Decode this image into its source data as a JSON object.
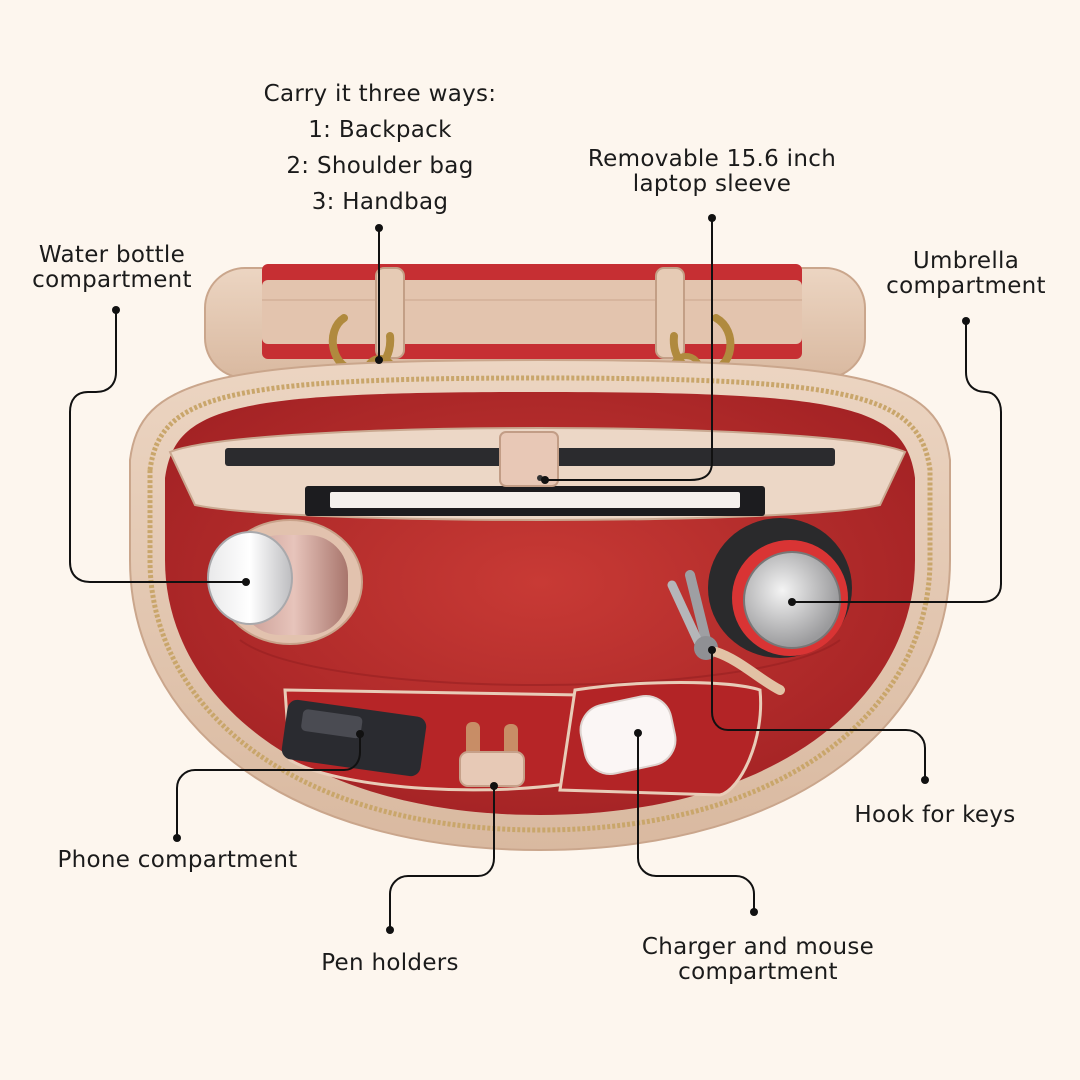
{
  "labels": {
    "carry": {
      "heading": "Carry it three ways:",
      "ways": [
        "1: Backpack",
        "2: Shoulder bag",
        "3: Handbag"
      ]
    },
    "laptop": [
      "Removable 15.6 inch",
      "laptop sleeve"
    ],
    "water": [
      "Water bottle",
      "compartment"
    ],
    "umbrella": [
      "Umbrella",
      "compartment"
    ],
    "keys": "Hook for keys",
    "phone": "Phone compartment",
    "pen": "Pen holders",
    "charger": [
      "Charger and mouse",
      "compartment"
    ]
  },
  "colors": {
    "background": "#fdf6ee",
    "leather": "#e6cbb5",
    "lining": "#bf2b2b",
    "lining_dark": "#9e1f22",
    "zipper": "#c9a66b",
    "hardware": "#b08a3e",
    "callout_line": "#111111"
  }
}
